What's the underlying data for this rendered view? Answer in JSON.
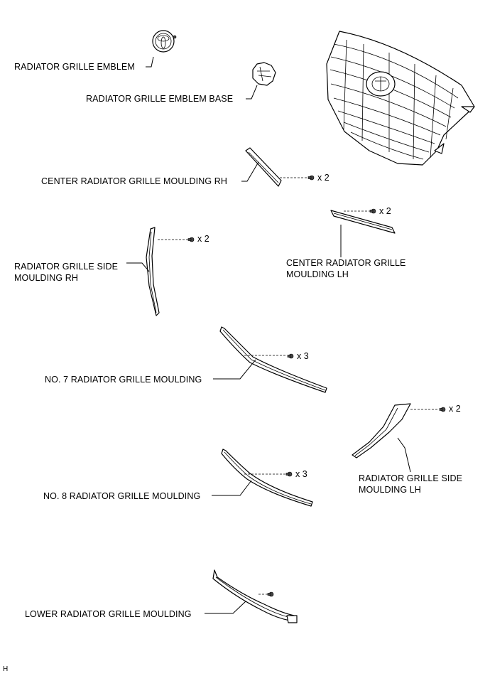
{
  "labels": {
    "emblem": "RADIATOR GRILLE EMBLEM",
    "emblem_base": "RADIATOR GRILLE EMBLEM BASE",
    "center_rh": "CENTER RADIATOR GRILLE MOULDING RH",
    "center_lh_line1": "CENTER RADIATOR GRILLE",
    "center_lh_line2": "MOULDING LH",
    "side_rh_line1": "RADIATOR GRILLE SIDE",
    "side_rh_line2": "MOULDING RH",
    "no7": "NO. 7 RADIATOR GRILLE MOULDING",
    "side_lh_line1": "RADIATOR GRILLE SIDE",
    "side_lh_line2": "MOULDING LH",
    "no8": "NO. 8 RADIATOR GRILLE MOULDING",
    "lower": "LOWER RADIATOR GRILLE MOULDING"
  },
  "quantities": {
    "center_rh": "x 2",
    "center_lh": "x 2",
    "side_rh": "x 2",
    "no7": "x 3",
    "side_lh": "x 2",
    "no8": "x 3"
  },
  "footer": {
    "code": "H"
  }
}
